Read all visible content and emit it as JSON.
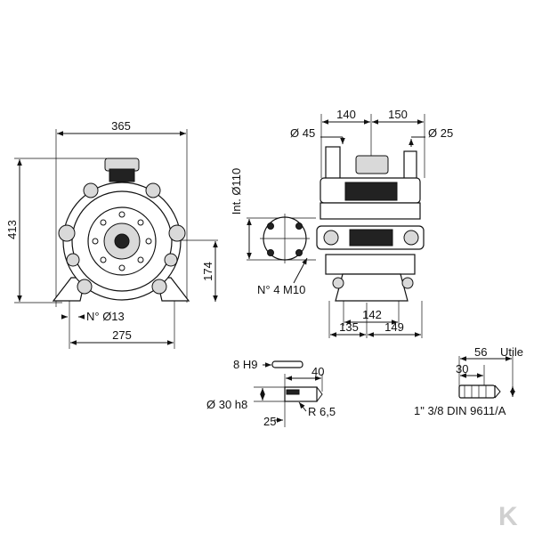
{
  "front_view": {
    "width": "365",
    "height": "413",
    "axis_height": "174",
    "foot_holes": "N° Ø13",
    "foot_spacing": "275"
  },
  "side_view": {
    "top_left": "140",
    "top_right": "150",
    "inlet": "Ø 45",
    "outlet": "Ø 25",
    "base_width": "142",
    "base_left": "135",
    "base_right": "149"
  },
  "flange_detail": {
    "bolt_circle": "Int. Ø110",
    "bolts": "N° 4 M10"
  },
  "shaft_detail": {
    "key": "8 H9",
    "length": "40",
    "diameter": "Ø 30 h8",
    "offset": "25",
    "radius": "R 6,5"
  },
  "spline_detail": {
    "total": "56",
    "useful_label": "Utile",
    "spline_length": "30",
    "standard": "1\" 3/8 DIN 9611/A"
  },
  "logo": {
    "glyph": "K",
    "color": "#d0d0d0"
  }
}
